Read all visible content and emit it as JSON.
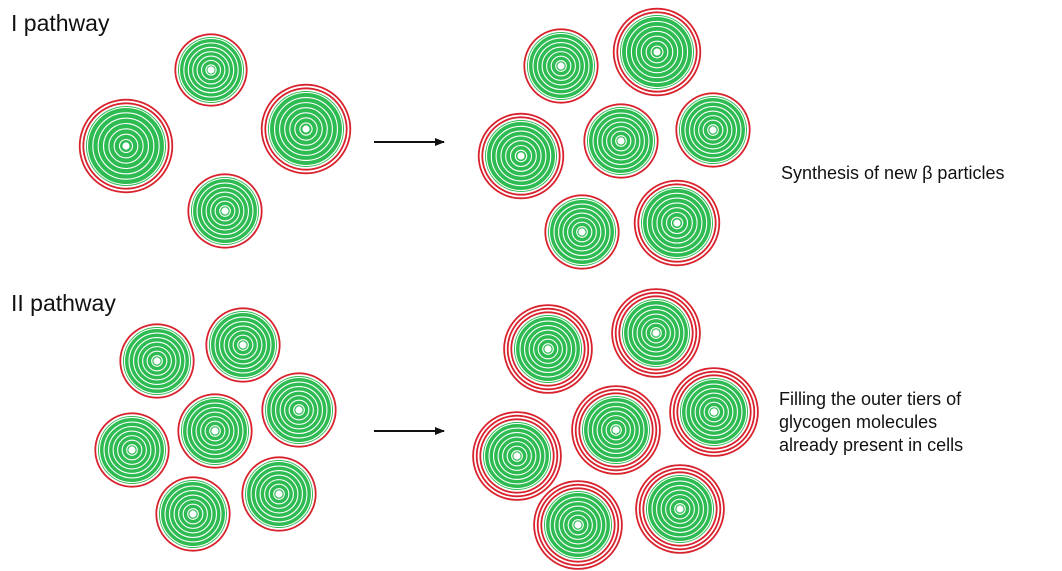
{
  "pathway_1": {
    "title": "I pathway",
    "description": "Synthesis of new β particles"
  },
  "pathway_2": {
    "title": "II pathway",
    "description_lines": [
      "Filling the outer tiers of",
      "glycogen molecules",
      "already present in cells"
    ]
  },
  "colors": {
    "fill": "#2dbb52",
    "ring_line": "#ffffff",
    "outer_ring": "#d8222e",
    "arrow": "#111111",
    "text": "#111111"
  }
}
